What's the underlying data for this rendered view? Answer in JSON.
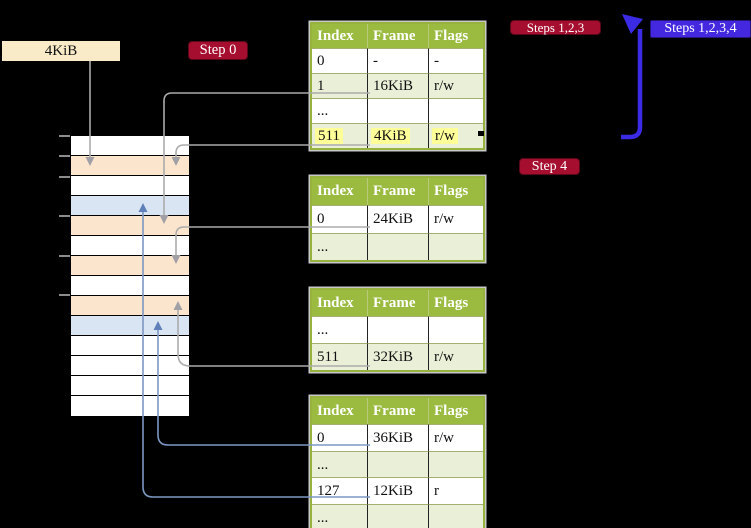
{
  "diagram": {
    "title": "page-table-walk",
    "background": "#000000",
    "page_label": {
      "text": "4KiB",
      "bg": "#FAEBC8"
    },
    "badges": {
      "step0": {
        "label": "Step 0",
        "bg": "#A50E2E"
      },
      "steps123": {
        "label": "Steps 1,2,3",
        "bg": "#A50E2E"
      },
      "steps1234": {
        "label": "Steps 1,2,3,4",
        "bg": "#4328E0"
      },
      "step4": {
        "label": "Step 4",
        "bg": "#A50E2E"
      }
    },
    "memory": {
      "palette": {
        "white": "#FFFFFF",
        "frame": "#FCE5CD",
        "page": "#D9E5F3"
      },
      "rows": [
        "white",
        "frame",
        "white",
        "page",
        "frame",
        "white",
        "frame",
        "white",
        "frame",
        "page",
        "white",
        "white",
        "white",
        "white"
      ]
    },
    "tables": [
      {
        "headers": [
          "Index",
          "Frame",
          "Flags"
        ],
        "rows": [
          {
            "cells": [
              "0",
              "-",
              "-"
            ],
            "shade": false,
            "highlight": false
          },
          {
            "cells": [
              "1",
              "16KiB",
              "r/w"
            ],
            "shade": true,
            "highlight": false
          },
          {
            "cells": [
              "...",
              "",
              ""
            ],
            "shade": false,
            "highlight": false
          },
          {
            "cells": [
              "511",
              "4KiB",
              "r/w"
            ],
            "shade": true,
            "highlight": true
          }
        ]
      },
      {
        "headers": [
          "Index",
          "Frame",
          "Flags"
        ],
        "rows": [
          {
            "cells": [
              "0",
              "24KiB",
              "r/w"
            ],
            "shade": false,
            "highlight": false
          },
          {
            "cells": [
              "...",
              "",
              ""
            ],
            "shade": true,
            "highlight": false
          }
        ]
      },
      {
        "headers": [
          "Index",
          "Frame",
          "Flags"
        ],
        "rows": [
          {
            "cells": [
              "...",
              "",
              ""
            ],
            "shade": false,
            "highlight": false
          },
          {
            "cells": [
              "511",
              "32KiB",
              "r/w"
            ],
            "shade": true,
            "highlight": false
          }
        ]
      },
      {
        "headers": [
          "Index",
          "Frame",
          "Flags"
        ],
        "rows": [
          {
            "cells": [
              "0",
              "36KiB",
              "r/w"
            ],
            "shade": false,
            "highlight": false
          },
          {
            "cells": [
              "...",
              "",
              ""
            ],
            "shade": true,
            "highlight": false
          },
          {
            "cells": [
              "127",
              "12KiB",
              "r"
            ],
            "shade": false,
            "highlight": false
          },
          {
            "cells": [
              "...",
              "",
              ""
            ],
            "shade": true,
            "highlight": false
          }
        ]
      }
    ],
    "colors": {
      "table_header_bg": "#9ABB3F",
      "table_border": "#97B23F",
      "row_shade": "#EAF0D8",
      "highlight": "#FFFF99",
      "gray_arrow": "#ABABAB",
      "blue_arrow": "#7D97C3",
      "thick_arrow": "#3B2BE4",
      "memory_frame_row": "#FCE5CD",
      "memory_page_row": "#D9E5F3"
    }
  }
}
